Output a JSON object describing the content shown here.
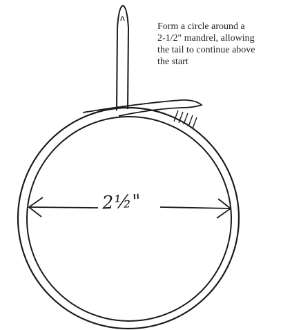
{
  "caption": {
    "lines": [
      "Form a circle around a",
      "2-1/2\" mandrel, allowing",
      "the tail to continue above",
      "the start"
    ]
  },
  "dimension": {
    "label": "2½\""
  },
  "colors": {
    "ink": "#1a1a1a",
    "background": "#ffffff"
  }
}
